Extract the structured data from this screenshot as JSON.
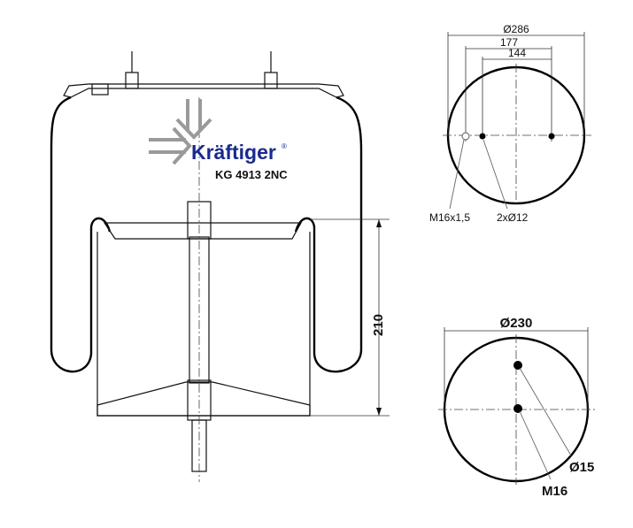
{
  "logo": {
    "brand": "Kräftiger",
    "registered": "®",
    "model": "KG 4913 2NC"
  },
  "side_view": {
    "height_dim": "210"
  },
  "top_view": {
    "outer_dim": "Ø286",
    "dim_177": "177",
    "dim_144": "144",
    "thread_label": "M16x1,5",
    "holes_label": "2xØ12"
  },
  "bottom_view": {
    "outer_dim": "Ø230",
    "hole_label": "Ø15",
    "thread_label": "M16"
  },
  "colors": {
    "brand": "#1a2a8c",
    "arrows": "#9a9a9a"
  }
}
